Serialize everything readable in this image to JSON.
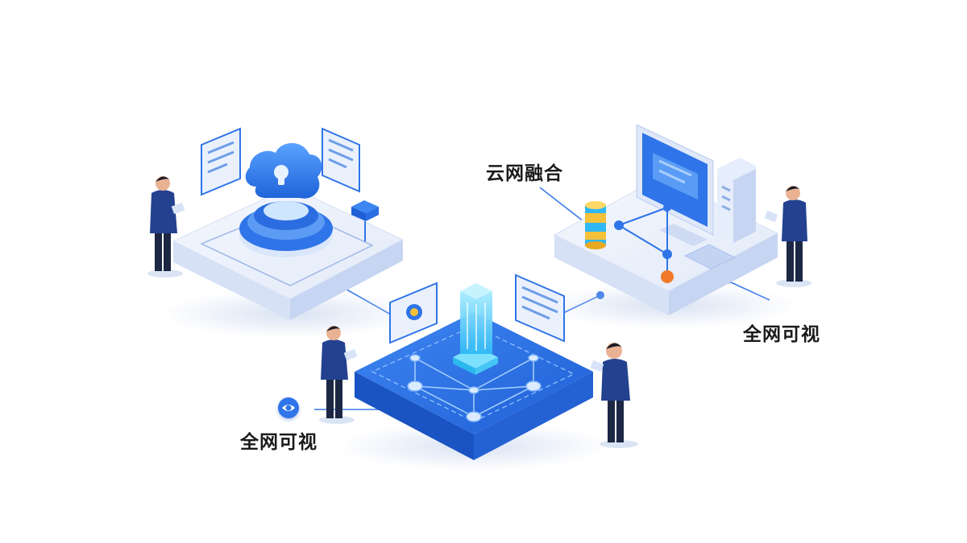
{
  "labels": {
    "cloud_network_fusion": "云网融合",
    "full_network_visibility_right": "全网可视",
    "full_network_visibility_left": "全网可视"
  },
  "colors": {
    "primary_blue": "#2f74e8",
    "deep_blue": "#1f5fd6",
    "light_platform": "#e9effb",
    "platform_edge": "#c9d7f3",
    "person_suit": "#23418f",
    "person_pants": "#1c2744",
    "cylinder_yellow": "#f5c13a",
    "node_orange": "#f07a2a",
    "cyan_glow": "#49d6ff"
  },
  "icons": {
    "cloud": "cloud-lock-icon",
    "eye": "eye-icon",
    "server": "server-tower-icon",
    "database": "database-cylinder-icon"
  }
}
